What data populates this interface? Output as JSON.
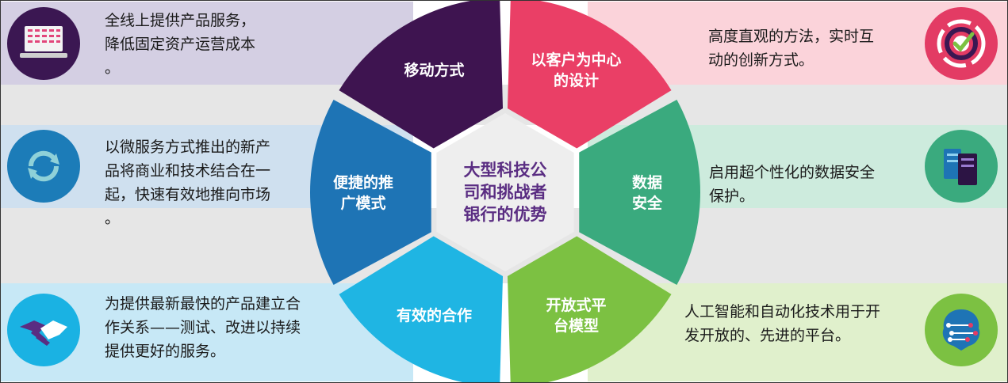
{
  "center": {
    "lines": [
      "大型科技公",
      "司和挑战者",
      "银行的优势"
    ]
  },
  "segments": [
    {
      "id": "mobile",
      "lines": [
        "移动方式"
      ],
      "color": "#3e1450"
    },
    {
      "id": "customer",
      "lines": [
        "以客户为中心",
        "的设计"
      ],
      "color": "#ea3f66"
    },
    {
      "id": "data",
      "lines": [
        "数据",
        "安全"
      ],
      "color": "#3aaa7e"
    },
    {
      "id": "platform",
      "lines": [
        "开放式平",
        "台模型"
      ],
      "color": "#7cc142"
    },
    {
      "id": "partner",
      "lines": [
        "有效的合作"
      ],
      "color": "#1fb5e3"
    },
    {
      "id": "promo",
      "lines": [
        "便捷的推",
        "广模式"
      ],
      "color": "#1e74b5"
    }
  ],
  "panels": {
    "left_top": {
      "text": "全线上提供产品服务，\n降低固定资产运营成本\n。",
      "band_color": "#d4cfe3",
      "icon": "laptop-icon"
    },
    "left_mid": {
      "text": "以微服务方式推出的新产\n品将商业和技术结合在一\n起，快速有效地推向市场\n。",
      "band_color": "#cfe0ef",
      "icon": "cycle-arrows-icon"
    },
    "left_bot": {
      "text": "为提供最新最快的产品建立合\n作关系——测试、改进以持续\n提供更好的服务。",
      "band_color": "#c7e8f6",
      "icon": "handshake-icon"
    },
    "right_top": {
      "text": "高度直观的方法，实时互\n动的创新方式。",
      "band_color": "#fbd3da",
      "icon": "target-check-icon"
    },
    "right_mid": {
      "text": "启用超个性化的数据安全\n保护。",
      "band_color": "#cdebdd",
      "icon": "server-icon"
    },
    "right_bot": {
      "text": "人工智能和自动化技术用于开\n发开放的、先进的平台。",
      "band_color": "#e0f0cc",
      "icon": "ai-brain-icon"
    }
  }
}
